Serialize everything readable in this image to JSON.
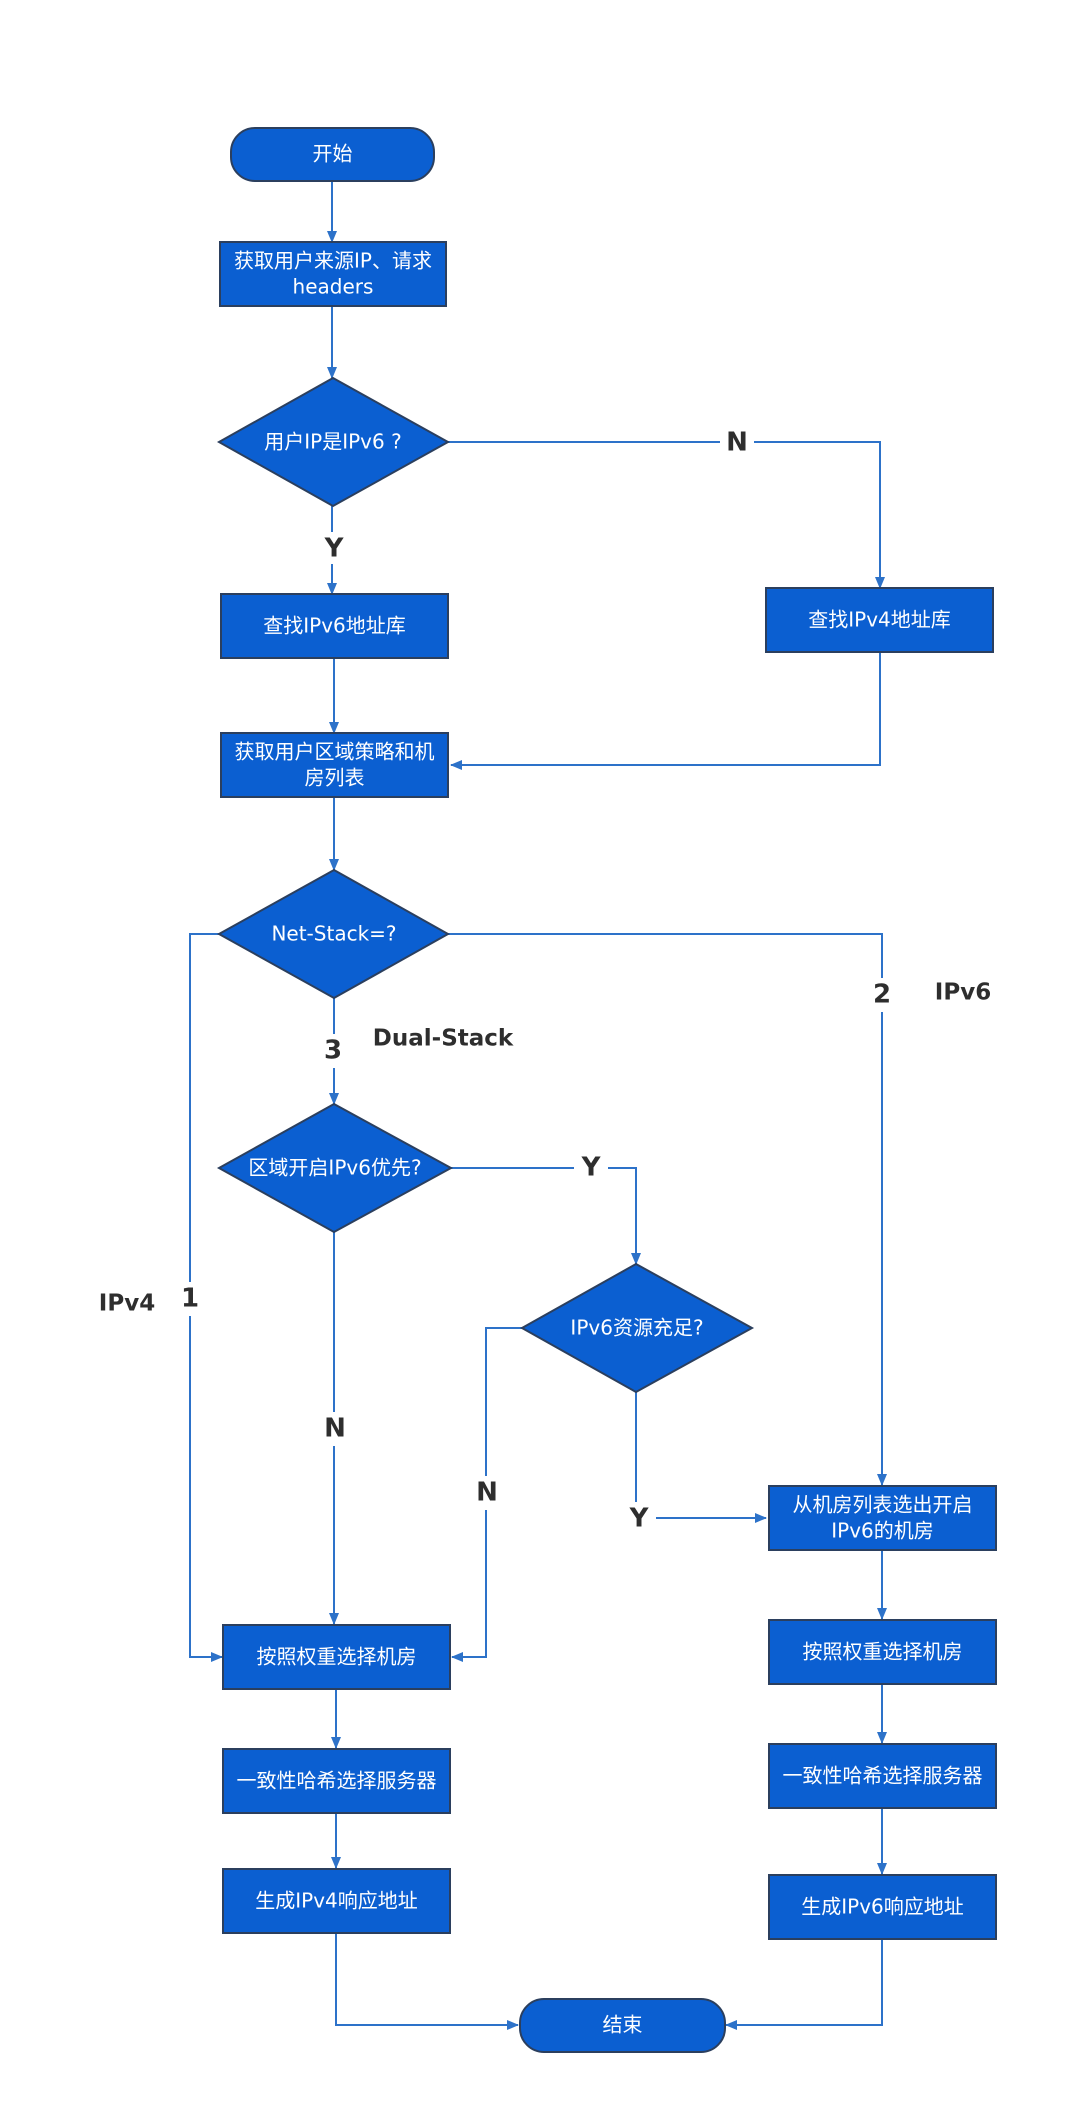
{
  "nodes": {
    "start": "开始",
    "get_source_ip": [
      "获取用户来源IP、请求",
      "headers"
    ],
    "is_ipv6": "用户IP是IPv6 ?",
    "lookup_ipv6_db": "查找IPv6地址库",
    "lookup_ipv4_db": "查找IPv4地址库",
    "get_region_policy": [
      "获取用户区域策略和机",
      "房列表"
    ],
    "net_stack": "Net-Stack=?",
    "region_ipv6_priority": "区域开启IPv6优先?",
    "ipv6_resource_enough": "IPv6资源充足?",
    "select_ipv6_rooms": [
      "从机房列表选出开启",
      "IPv6的机房"
    ],
    "weighted_room_left": "按照权重选择机房",
    "weighted_room_right": "按照权重选择机房",
    "hash_server_left": "一致性哈希选择服务器",
    "hash_server_right": "一致性哈希选择服务器",
    "gen_ipv4_addr": "生成IPv4响应地址",
    "gen_ipv6_addr": "生成IPv6响应地址",
    "end": "结束"
  },
  "edge_labels": {
    "ipv6_no": "N",
    "ipv6_yes": "Y",
    "stack_1": "1",
    "stack_2": "2",
    "stack_3": "3",
    "priority_yes": "Y",
    "priority_no": "N",
    "resource_no": "N",
    "resource_yes": "Y"
  },
  "side_labels": {
    "ipv4": "IPv4",
    "ipv6": "IPv6",
    "dual_stack": "Dual-Stack"
  }
}
